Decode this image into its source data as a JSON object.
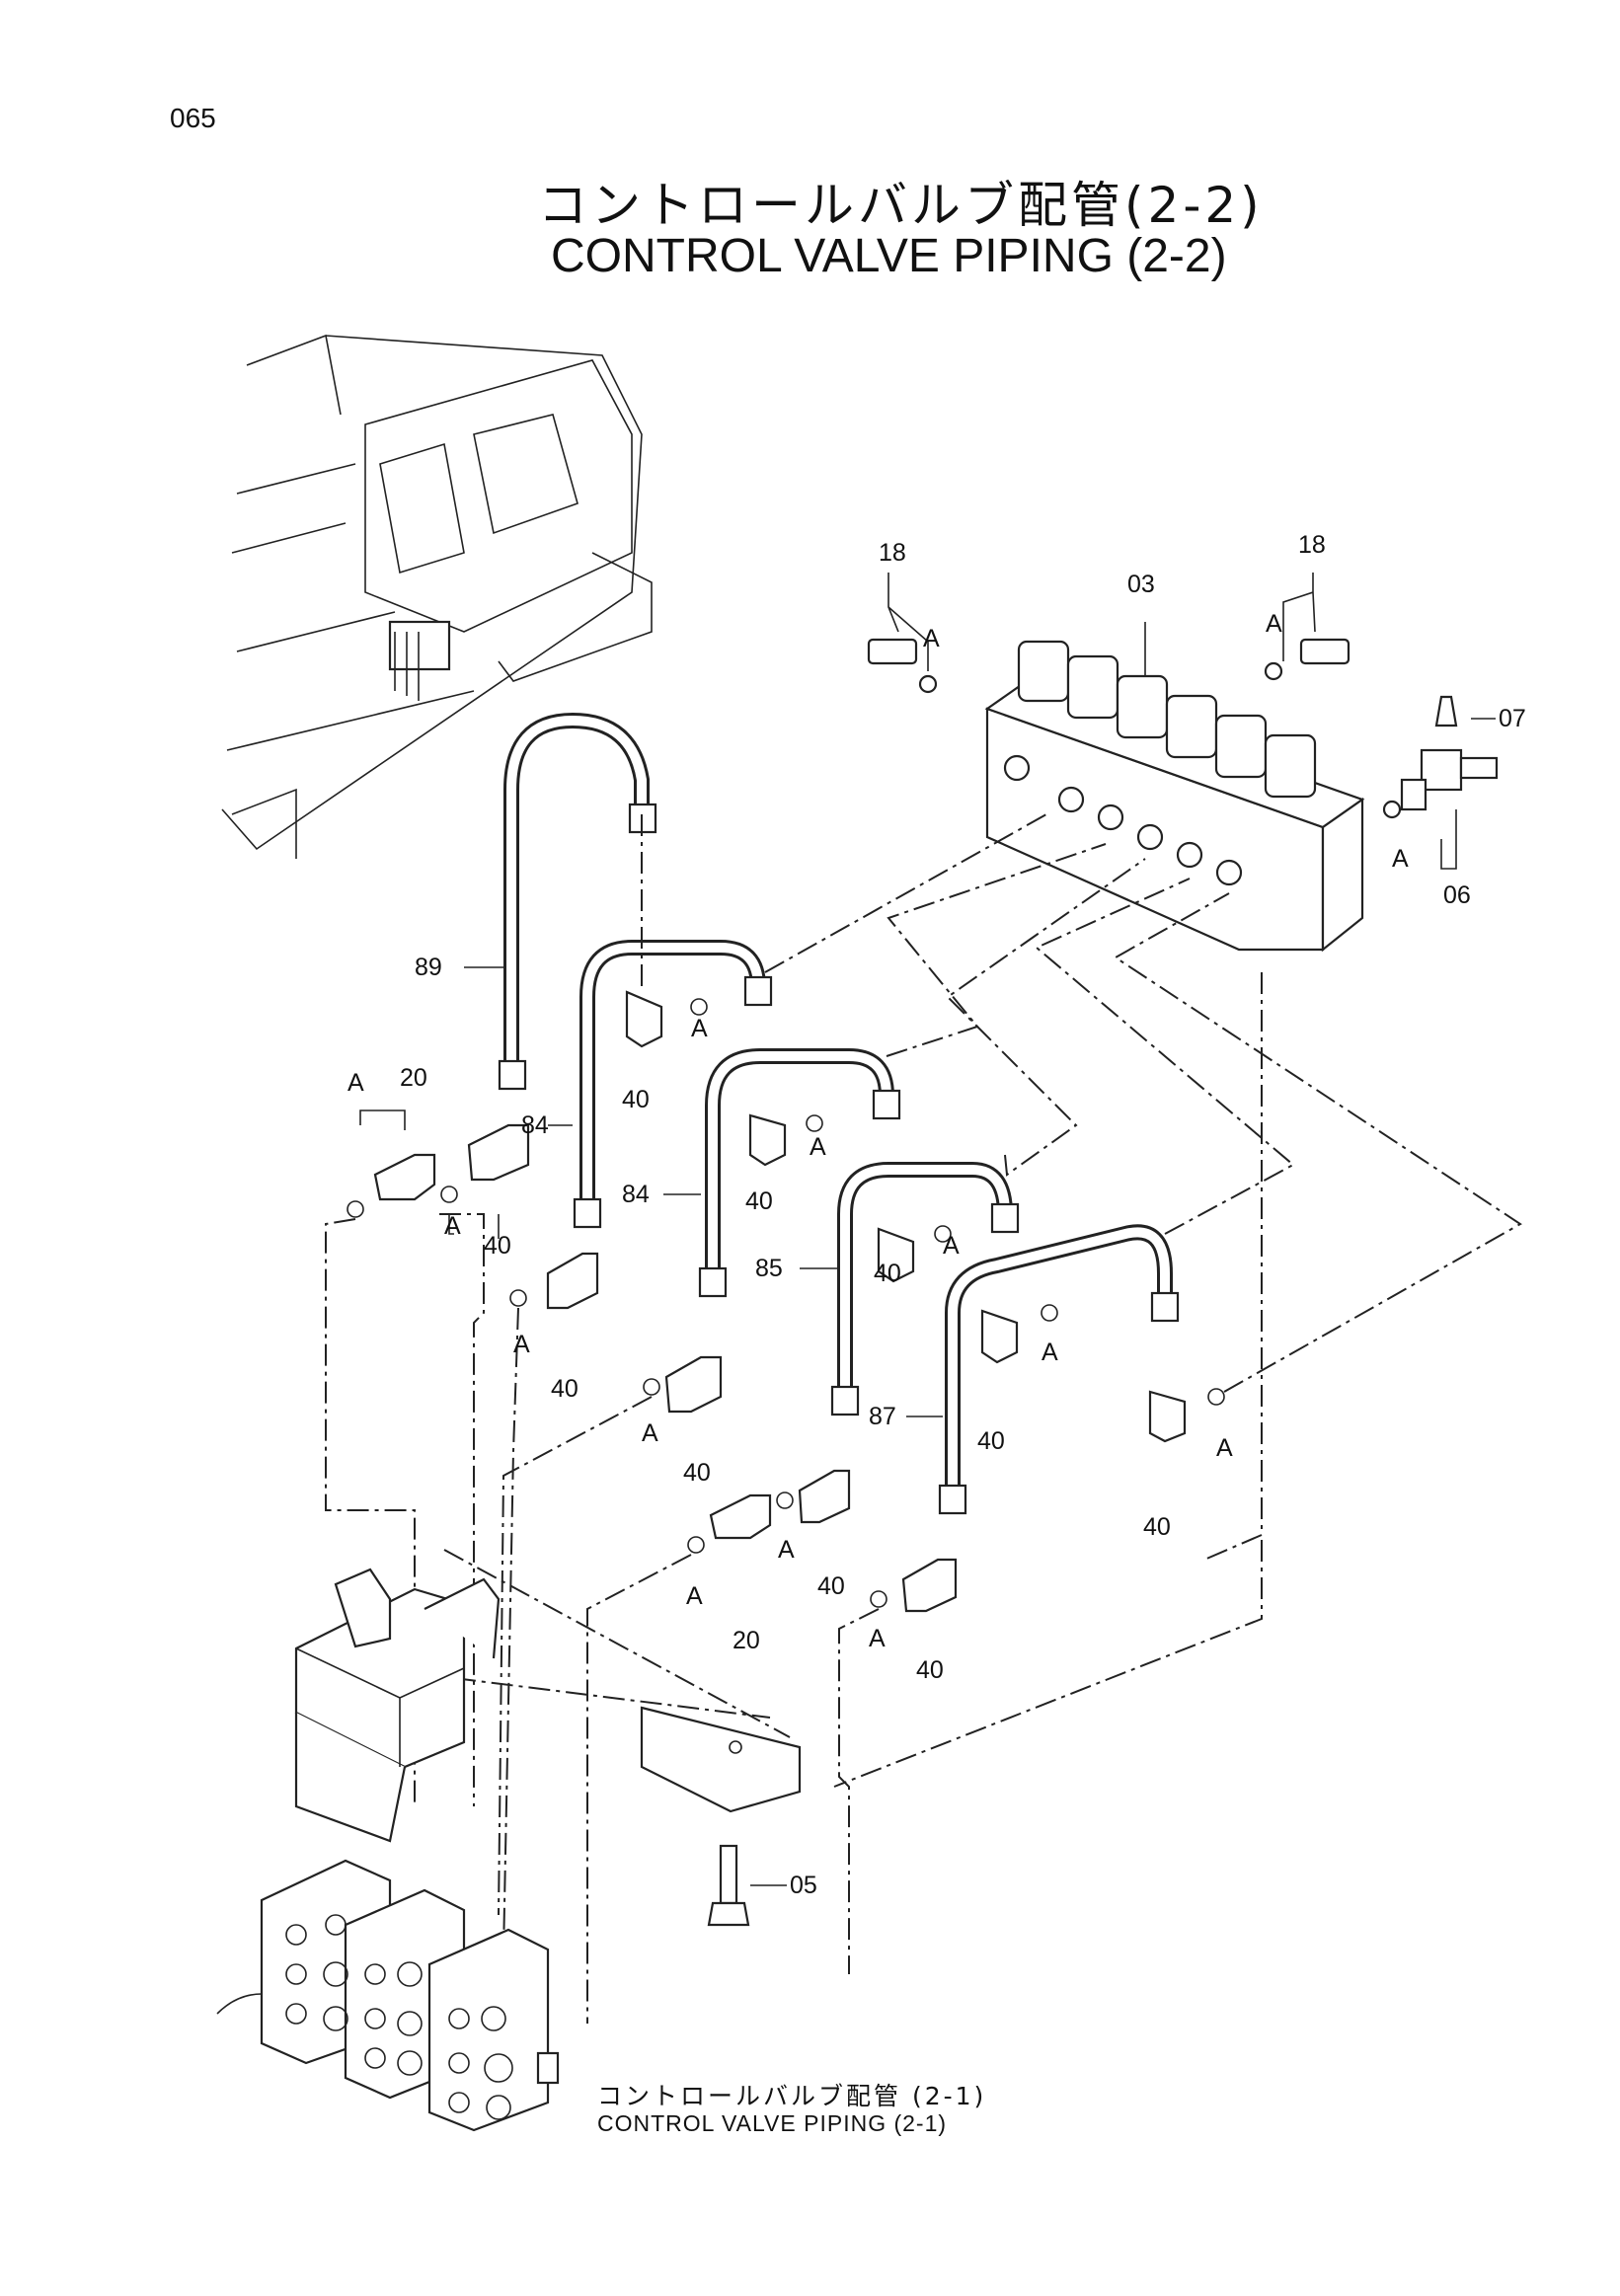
{
  "page": {
    "number": "065",
    "title_jp": "コントロールバルブ配管(2-2)",
    "title_en": "CONTROL VALVE PIPING (2-2)"
  },
  "reference": {
    "title_jp": "コントロールバルブ配管 (2-1)",
    "title_en": "CONTROL VALVE PIPING (2-1)"
  },
  "callouts": {
    "p18": "18",
    "p03": "03",
    "p07": "07",
    "p06": "06",
    "p05": "05",
    "p20": "20",
    "p40": "40",
    "p84": "84",
    "p85": "85",
    "p87": "87",
    "p89": "89",
    "a": "A"
  }
}
